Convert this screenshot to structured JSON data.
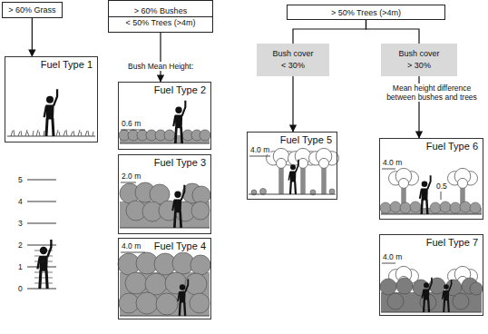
{
  "diagram": {
    "nodes": [
      {
        "text": [
          "> 60% Grass"
        ]
      },
      {
        "text": [
          "> 60% Bushes",
          "< 50% Trees (>4m)"
        ]
      },
      {
        "text": [
          "> 50% Trees (>4m)"
        ]
      },
      {
        "text": [
          "Fuel Type 1"
        ]
      },
      {
        "text": [
          "Fuel Type 2"
        ]
      },
      {
        "text": [
          "Fuel Type 3"
        ]
      },
      {
        "text": [
          "Fuel Type 4"
        ]
      },
      {
        "text": [
          "Bush cover",
          "< 30%"
        ]
      },
      {
        "text": [
          "Bush cover",
          "> 30%"
        ]
      },
      {
        "text": [
          "Fuel Type 5"
        ]
      },
      {
        "text": [
          "Fuel Type 6"
        ]
      },
      {
        "text": [
          "Fuel Type 7"
        ]
      }
    ],
    "edges": [
      {
        "from": 0,
        "to": 3,
        "arrow": "to"
      },
      {
        "from": 1,
        "to": 4,
        "arrow": "to"
      },
      {
        "from": 2,
        "to": 7,
        "arrow": "none"
      },
      {
        "from": 2,
        "to": 8,
        "arrow": "none"
      },
      {
        "from": 7,
        "to": 9,
        "arrow": "to"
      },
      {
        "from": 8,
        "to": 10,
        "arrow": "to"
      }
    ],
    "labels": [
      "Bush Mean Height:",
      "0.6 m",
      "2.0 m",
      "4.0 m",
      "4.0 m",
      "Mean height difference between bushes and trees",
      "4.0 m",
      "0.5",
      "4.0 m",
      "5",
      "4",
      "3",
      "2",
      "1",
      "0"
    ]
  }
}
